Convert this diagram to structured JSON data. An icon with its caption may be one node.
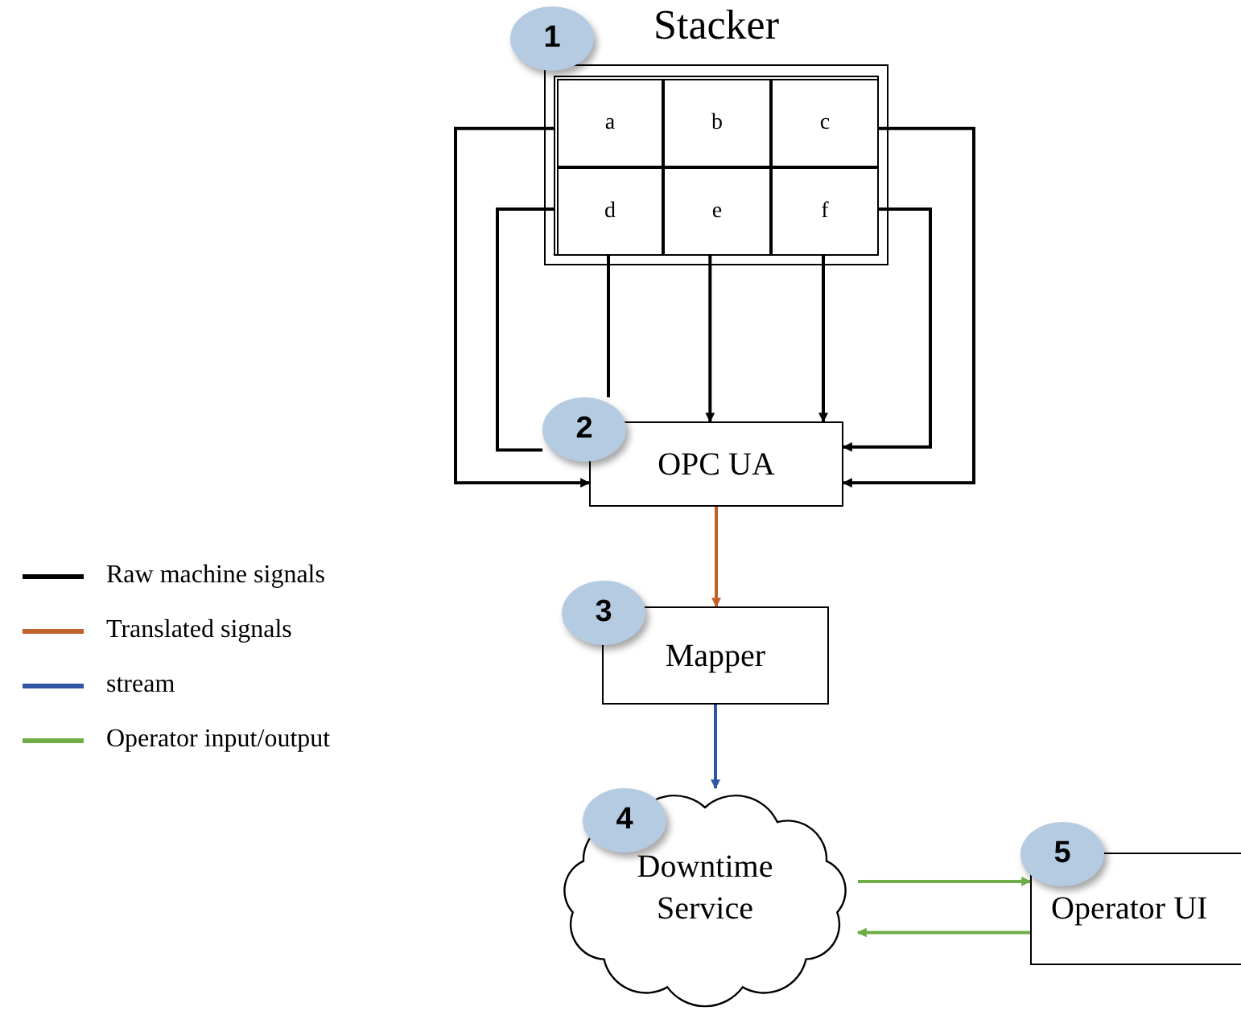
{
  "diagram": {
    "nodes": [
      {
        "text": [
          "Stacker"
        ]
      },
      {
        "text": [
          "a"
        ],
        "in": 0
      },
      {
        "text": [
          "b"
        ],
        "in": 0
      },
      {
        "text": [
          "c"
        ],
        "in": 0
      },
      {
        "text": [
          "d"
        ],
        "in": 0
      },
      {
        "text": [
          "e"
        ],
        "in": 0
      },
      {
        "text": [
          "f"
        ],
        "in": 0
      },
      {
        "text": [
          "OPC UA"
        ]
      },
      {
        "text": [
          "Mapper"
        ]
      },
      {
        "text": [
          "Downtime Service"
        ]
      },
      {
        "text": [
          "Operator UI"
        ]
      },
      {
        "text": [
          "1"
        ]
      },
      {
        "text": [
          "2"
        ]
      },
      {
        "text": [
          "3"
        ]
      },
      {
        "text": [
          "4"
        ]
      },
      {
        "text": [
          "5"
        ]
      }
    ],
    "edges": [
      {
        "from": 1,
        "to": 7,
        "arrow": "to"
      },
      {
        "from": 4,
        "to": 12,
        "arrow": "none"
      },
      {
        "from": 4,
        "to": 12,
        "arrow": "none"
      },
      {
        "from": 5,
        "to": 7,
        "arrow": "to"
      },
      {
        "from": 6,
        "to": 7,
        "arrow": "to"
      },
      {
        "from": 6,
        "to": 7,
        "arrow": "to"
      },
      {
        "from": 3,
        "to": 7,
        "arrow": "to"
      },
      {
        "from": 7,
        "to": 8,
        "arrow": "to",
        "color": "#c0622a"
      },
      {
        "from": 8,
        "to": 9,
        "arrow": "to",
        "color": "#2f55a4"
      },
      {
        "from": 9,
        "to": 10,
        "arrow": "to",
        "color": "#70ad47"
      },
      {
        "from": 10,
        "to": 9,
        "arrow": "to",
        "color": "#70ad47"
      }
    ],
    "legend": [
      {
        "text": "Raw machine signals",
        "color": "#000000"
      },
      {
        "text": "Translated signals",
        "color": "#c0622a"
      },
      {
        "text": "stream",
        "color": "#2f55a4"
      },
      {
        "text": "Operator input/output",
        "color": "#70ad47"
      }
    ]
  }
}
